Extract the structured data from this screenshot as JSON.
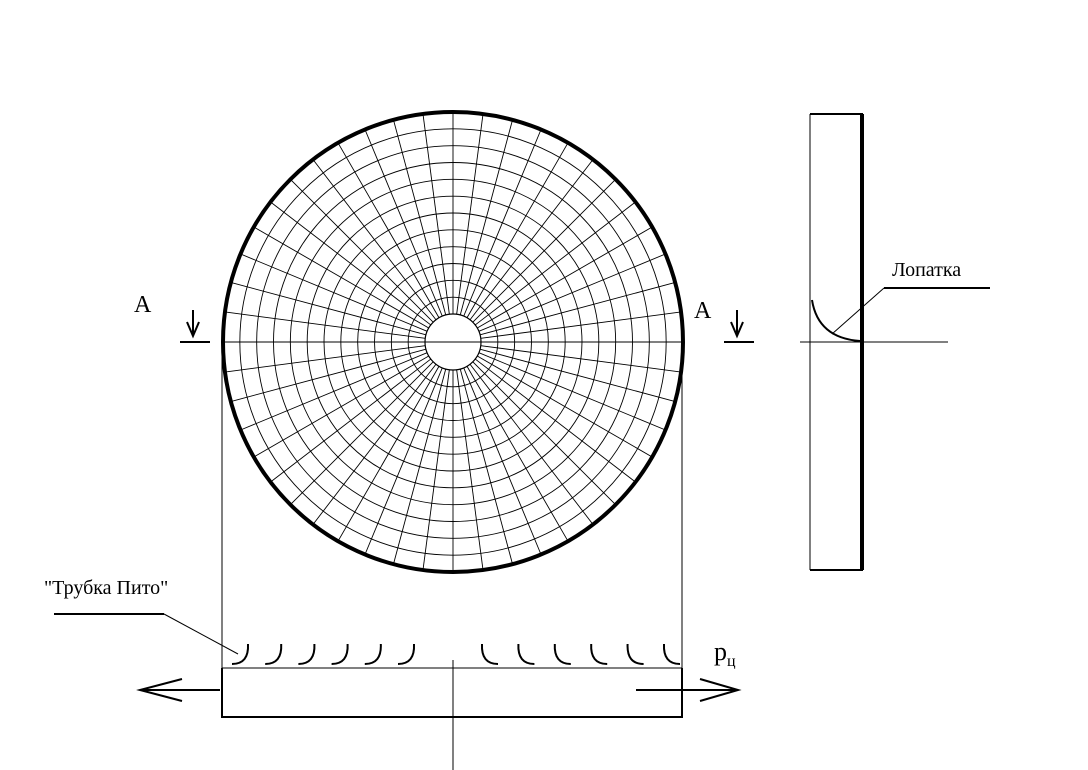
{
  "labels": {
    "section_left": "А",
    "section_right": "А",
    "blade": "Лопатка",
    "pitot": "\"Трубка Пито\"",
    "pressure_main": "p",
    "pressure_sub": "ц"
  },
  "disc_grid": {
    "radial_lines": 48,
    "rings": 11
  },
  "pitot_tubes": {
    "left_count": 6,
    "right_count": 6
  }
}
